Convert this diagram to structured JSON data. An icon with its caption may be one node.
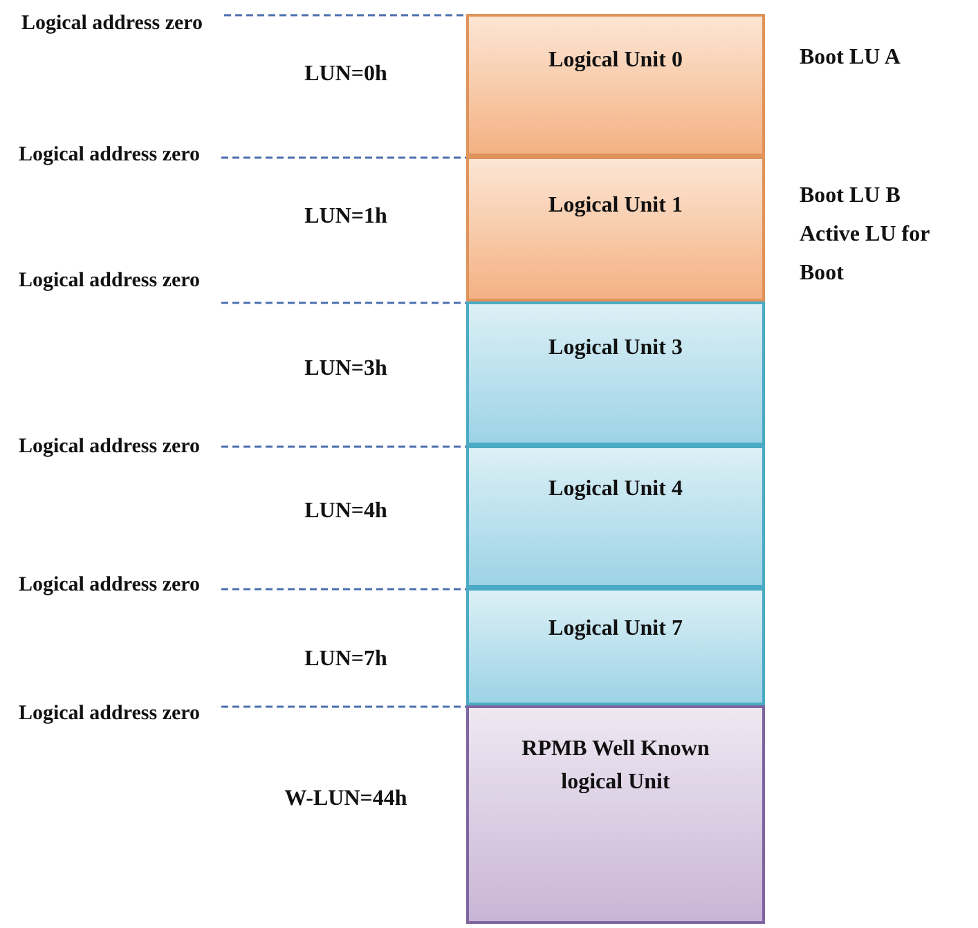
{
  "diagram": {
    "nodes": [
      {
        "text": [
          "Logical Unit 0"
        ],
        "beside": [
          "LUN=0h",
          "Boot LU A"
        ]
      },
      {
        "text": [
          "Logical Unit 1"
        ],
        "beside": [
          "LUN=1h",
          "Boot LU B Active LU for Boot"
        ]
      },
      {
        "text": [
          "Logical Unit 3"
        ],
        "beside": [
          "LUN=3h"
        ]
      },
      {
        "text": [
          "Logical Unit 4"
        ],
        "beside": [
          "LUN=4h"
        ]
      },
      {
        "text": [
          "Logical Unit 7"
        ],
        "beside": [
          "LUN=7h"
        ]
      },
      {
        "text": [
          "RPMB Well Known logical Unit"
        ],
        "beside": [
          "W-LUN=44h"
        ]
      },
      {
        "text": [
          "Logical address zero"
        ]
      },
      {
        "text": [
          "Logical address zero"
        ]
      },
      {
        "text": [
          "Logical address zero"
        ]
      },
      {
        "text": [
          "Logical address zero"
        ]
      },
      {
        "text": [
          "Logical address zero"
        ]
      },
      {
        "text": [
          "Logical address zero"
        ]
      }
    ],
    "edges": [
      {
        "from": 6,
        "to": 0,
        "arrow": "none",
        "style": "dashed"
      },
      {
        "from": 7,
        "to": 1,
        "arrow": "none",
        "style": "dashed"
      },
      {
        "from": 8,
        "to": 2,
        "arrow": "none",
        "style": "dashed"
      },
      {
        "from": 9,
        "to": 3,
        "arrow": "none",
        "style": "dashed"
      },
      {
        "from": 10,
        "to": 4,
        "arrow": "none",
        "style": "dashed"
      },
      {
        "from": 11,
        "to": 5,
        "arrow": "none",
        "style": "dashed"
      }
    ]
  }
}
